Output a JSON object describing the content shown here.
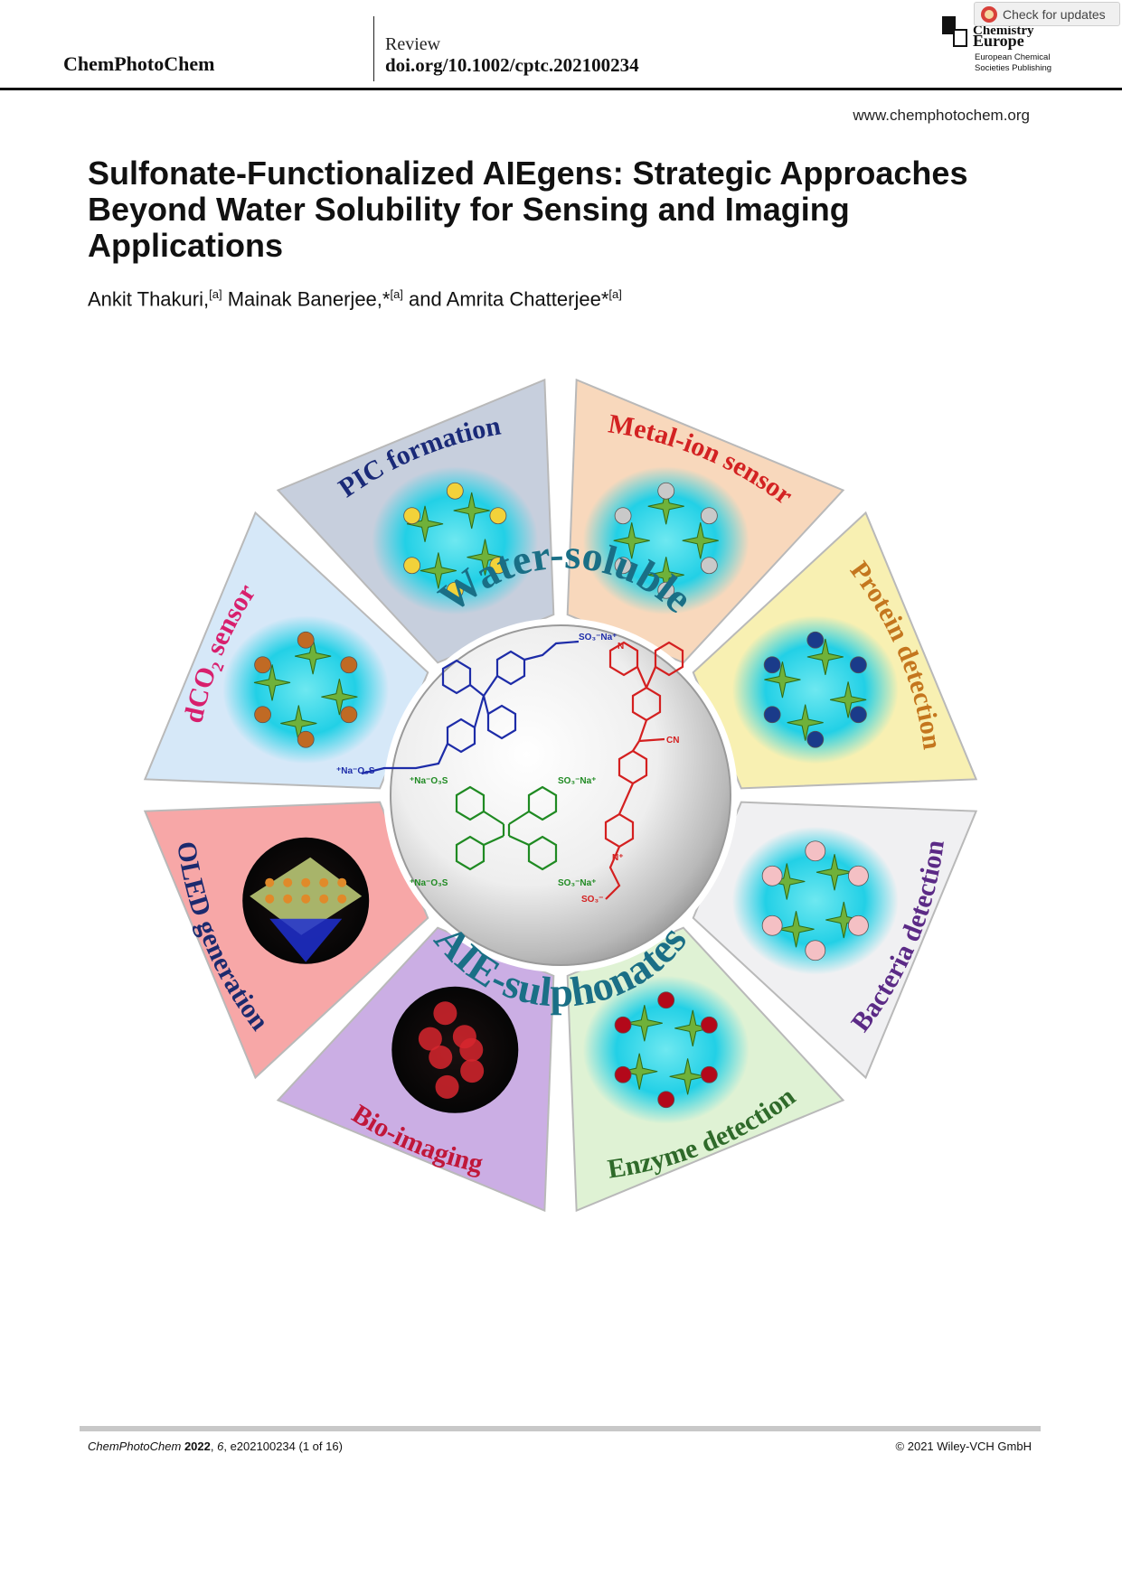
{
  "header": {
    "journal": "ChemPhotoChem",
    "article_type": "Review",
    "doi": "doi.org/10.1002/cptc.202100234",
    "publisher_line1": "Chemistry",
    "publisher_line2": "Europe",
    "publisher_sub1": "European Chemical",
    "publisher_sub2": "Societies Publishing",
    "check_updates": "Check for updates",
    "url": "www.chemphotochem.org"
  },
  "article": {
    "title_lines": [
      "Sulfonate-Functionalized AIEgens: Strategic Approaches",
      "Beyond Water Solubility for Sensing and Imaging",
      "Applications"
    ],
    "authors": [
      {
        "name": "Ankit Thakuri,",
        "sup": "[a]"
      },
      {
        "name": " Mainak Banerjee,*",
        "sup": "[a]"
      },
      {
        "name": " and Amrita Chatterjee*",
        "sup": "[a]"
      }
    ]
  },
  "figure": {
    "center_top": "Water-soluble",
    "center_bottom": "AIE-sulphonates",
    "segments": [
      {
        "label": "Metal-ion sensor",
        "color": "#f8d8bc",
        "text_color": "#d32222"
      },
      {
        "label": "Protein detection",
        "color": "#f8f0b2",
        "text_color": "#c4761e"
      },
      {
        "label": "Bacteria detection",
        "color": "#f0f0f2",
        "text_color": "#5b2a86"
      },
      {
        "label": "Enzyme detection",
        "color": "#dff2d4",
        "text_color": "#2f6a2a"
      },
      {
        "label": "Bio-imaging",
        "color": "#cbaee4",
        "text_color": "#c0173a"
      },
      {
        "label": "OLED generation",
        "color": "#f7a7a7",
        "text_color": "#1c2a6e"
      },
      {
        "label": "dCO₂ sensor",
        "color": "#d6e8f8",
        "text_color": "#d81f6d"
      },
      {
        "label": "PIC formation",
        "color": "#c7cfdd",
        "text_color": "#1a2a78"
      }
    ],
    "molecule_labels": {
      "so3na_top": "SO₃⁻Na⁺",
      "so3na_left": "⁺Na⁻O₃S",
      "cn": "CN",
      "n_plus": "N⁺",
      "so3_minus": "SO₃⁻",
      "g1": "⁺Na⁻O₃S",
      "g2": "SO₃⁻Na⁺",
      "g3": "⁺Na⁻O₃S",
      "g4": "SO₃⁻Na⁺",
      "n_amine": "N"
    }
  },
  "footer": {
    "journal_italic": "ChemPhotoChem",
    "year": "2022",
    "volume": "6",
    "article_no": "e202100234 (1 of 16)",
    "copyright": "© 2021 Wiley-VCH GmbH"
  }
}
